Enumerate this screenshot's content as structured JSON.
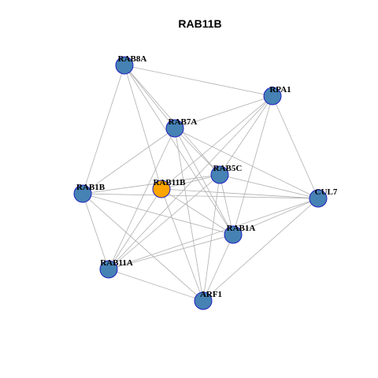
{
  "title": "RAB11B",
  "colors": {
    "default_node": "#4682b4",
    "focus_node": "#ffa500",
    "edge": "#b0b0b0",
    "node_border": "#1f1fbf"
  },
  "nodes": [
    {
      "id": "RAB8A",
      "label": "RAB8A",
      "focus": false
    },
    {
      "id": "RPA1",
      "label": "RPA1",
      "focus": false
    },
    {
      "id": "RAB7A",
      "label": "RAB7A",
      "focus": false
    },
    {
      "id": "RAB5C",
      "label": "RAB5C",
      "focus": false
    },
    {
      "id": "RAB11B",
      "label": "RAB11B",
      "focus": true
    },
    {
      "id": "RAB1B",
      "label": "RAB1B",
      "focus": false
    },
    {
      "id": "CUL7",
      "label": "CUL7",
      "focus": false
    },
    {
      "id": "RAB1A",
      "label": "RAB1A",
      "focus": false
    },
    {
      "id": "RAB11A",
      "label": "RAB11A",
      "focus": false
    },
    {
      "id": "ARF1",
      "label": "ARF1",
      "focus": false
    }
  ],
  "edges": [
    [
      "RAB8A",
      "RPA1"
    ],
    [
      "RAB8A",
      "RAB7A"
    ],
    [
      "RAB8A",
      "RAB5C"
    ],
    [
      "RAB8A",
      "RAB11B"
    ],
    [
      "RAB8A",
      "RAB1B"
    ],
    [
      "RAB8A",
      "RAB1A"
    ],
    [
      "RPA1",
      "RAB7A"
    ],
    [
      "RPA1",
      "RAB5C"
    ],
    [
      "RPA1",
      "RAB11B"
    ],
    [
      "RPA1",
      "CUL7"
    ],
    [
      "RPA1",
      "RAB1A"
    ],
    [
      "RPA1",
      "RAB11A"
    ],
    [
      "RAB7A",
      "RAB5C"
    ],
    [
      "RAB7A",
      "RAB1B"
    ],
    [
      "RAB7A",
      "CUL7"
    ],
    [
      "RAB7A",
      "RAB1A"
    ],
    [
      "RAB7A",
      "RAB11A"
    ],
    [
      "RAB7A",
      "ARF1"
    ],
    [
      "RAB5C",
      "RAB11B"
    ],
    [
      "RAB5C",
      "RAB1B"
    ],
    [
      "RAB5C",
      "CUL7"
    ],
    [
      "RAB5C",
      "RAB1A"
    ],
    [
      "RAB5C",
      "RAB11A"
    ],
    [
      "RAB5C",
      "ARF1"
    ],
    [
      "RAB11B",
      "CUL7"
    ],
    [
      "RAB11B",
      "RAB1A"
    ],
    [
      "RAB11B",
      "RAB11A"
    ],
    [
      "RAB11B",
      "ARF1"
    ],
    [
      "RAB1B",
      "RAB1A"
    ],
    [
      "RAB1B",
      "ARF1"
    ],
    [
      "RAB1B",
      "RAB11A"
    ],
    [
      "RAB1B",
      "CUL7"
    ],
    [
      "CUL7",
      "RAB1A"
    ],
    [
      "CUL7",
      "ARF1"
    ],
    [
      "CUL7",
      "RAB11A"
    ],
    [
      "RAB1A",
      "ARF1"
    ],
    [
      "RAB1A",
      "RAB11A"
    ],
    [
      "RAB11A",
      "ARF1"
    ]
  ]
}
